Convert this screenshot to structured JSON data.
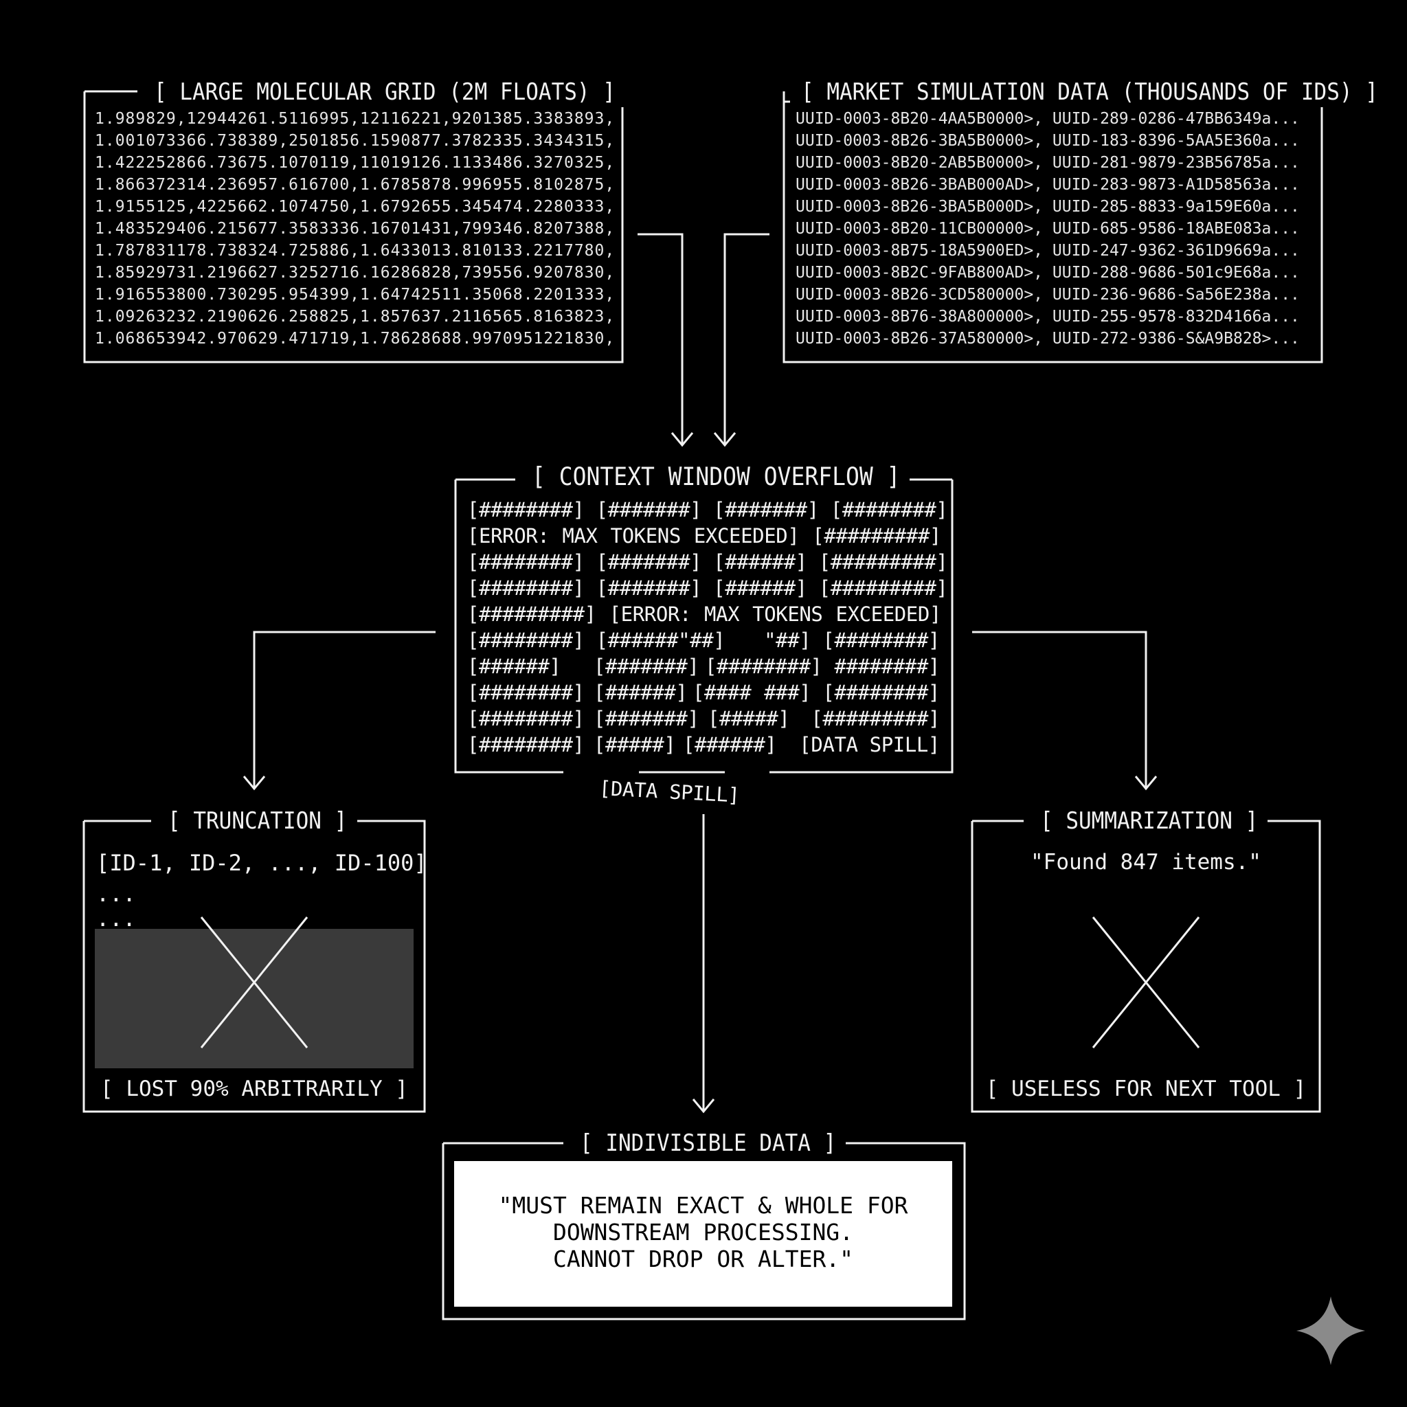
{
  "molecular_grid": {
    "title": "[ LARGE MOLECULAR GRID (2M FLOATS) ]",
    "rows": [
      "1.989829,12944261.5116995,12116221,9201385.3383893,",
      "1.001073366.738389,2501856.1590877.3782335.3434315,",
      "1.422252866.73675.1070119,11019126.1133486.3270325,",
      "1.866372314.236957.616700,1.6785878.996955.8102875,",
      "1.9155125,4225662.1074750,1.6792655.345474.2280333,",
      "1.483529406.215677.3583336.16701431,799346.8207388,",
      "1.787831178.738324.725886,1.6433013.810133.2217780,",
      "1.85929731.2196627.3252716.16286828,739556.9207830,",
      "1.916553800.730295.954399,1.64742511.35068.2201333,",
      "1.09263232.2190626.258825,1.857637.2116565.8163823,",
      "1.068653942.970629.471719,1.78628688.9970951221830,"
    ]
  },
  "market_data": {
    "title": "[ MARKET SIMULATION DATA (THOUSANDS OF IDS) ]",
    "rows": [
      "UUID-0003-8B20-4AA5B0000>, UUID-289-0286-47BB6349a...",
      "UUID-0003-8B26-3BA5B0000>, UUID-183-8396-5AA5E360a...",
      "UUID-0003-8B20-2AB5B0000>, UUID-281-9879-23B56785a...",
      "UUID-0003-8B26-3BAB000AD>, UUID-283-9873-A1D58563a...",
      "UUID-0003-8B26-3BA5B000D>, UUID-285-8833-9a159E60a...",
      "UUID-0003-8B20-11CB00000>, UUID-685-9586-18ABE083a...",
      "UUID-0003-8B75-18A5900ED>, UUID-247-9362-361D9669a...",
      "UUID-0003-8B2C-9FAB800AD>, UUID-288-9686-501c9E68a...",
      "UUID-0003-8B26-3CD580000>, UUID-236-9686-Sa56E238a...",
      "UUID-0003-8B76-38A800000>, UUID-255-9578-832D4166a...",
      "UUID-0003-8B26-37A580000>, UUID-272-9386-S&A9B828>..."
    ]
  },
  "overflow": {
    "title": "[ CONTEXT WINDOW OVERFLOW ]",
    "rows_full": [
      "[########] [#######] [#######] [########]",
      "[ERROR: MAX TOKENS EXCEEDED] [#########]",
      "[########] [#######] [######] [#########]",
      "[########] [#######] [######] [#########]",
      "[#########] [ERROR: MAX TOKENS EXCEEDED]"
    ],
    "rows_left": [
      "[########] [######\"##]",
      "[######]",
      "[########]",
      "[########]",
      "[########]"
    ],
    "rows_right": [
      "\"##] [########]",
      "########]",
      "###] [########]",
      "[#########]",
      "[DATA SPILL]"
    ],
    "fragments": [
      "[#######]",
      "[######]",
      "[#######]",
      "[#####]",
      "[########]",
      "[####",
      "[#####]",
      "[######]",
      "[DATA SPILL]"
    ]
  },
  "truncation": {
    "title": "[ TRUNCATION ]",
    "content": "[ID-1, ID-2, ..., ID-100]",
    "ellipsis1": "...",
    "ellipsis2": "...",
    "caption": "[ LOST 90% ARBITRARILY ]"
  },
  "summarization": {
    "title": "[ SUMMARIZATION ]",
    "content": "\"Found 847 items.\"",
    "caption": "[ USELESS FOR NEXT TOOL ]"
  },
  "indivisible": {
    "title": "[ INDIVISIBLE DATA ]",
    "lines": [
      "\"MUST REMAIN EXACT & WHOLE FOR",
      "DOWNSTREAM PROCESSING.",
      "CANNOT DROP OR ALTER.\""
    ]
  },
  "colors": {
    "background": "#000000",
    "foreground": "#f2f2f2",
    "gray_panel": "#3a3a3a"
  }
}
